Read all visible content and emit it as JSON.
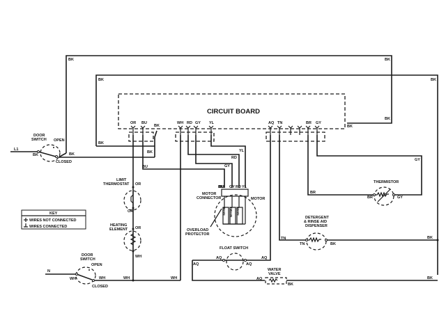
{
  "diagram": {
    "title": "CIRCUIT BOARD",
    "board_top_pins": [
      "OR",
      "BU",
      "BK",
      "WH",
      "RD",
      "GY",
      "YL",
      "AQ",
      "TN",
      "",
      "",
      "BR",
      "GY"
    ],
    "board_right_label": "BK",
    "outer_loop_labels": {
      "top_right": "BK",
      "top_left": "BK"
    },
    "inner_loop_labels": {
      "top_left": "BK",
      "top_right": "BK",
      "bottom_left": "BK",
      "bottom_right": "BK"
    },
    "line_labels": {
      "l1": "L1",
      "n": "N"
    },
    "door_switch_top": {
      "label_1": "DOOR",
      "label_2": "SWITCH",
      "open": "OPEN",
      "closed": "CLOSED",
      "left_wire": "BK",
      "right_wire": "BK"
    },
    "door_switch_bottom": {
      "label_1": "DOOR",
      "label_2": "SWITCH",
      "open": "OPEN",
      "closed": "CLOSED",
      "left_wire": "WH",
      "right_wire": "WH"
    },
    "wire_labels": {
      "bk_to_board": "BK",
      "bu_run": "BU",
      "yl_run": "YL",
      "rd_run": "RD",
      "gy_run": "GY",
      "bu_motor": "BU",
      "gy_thermistor": "GY",
      "br_thermistor": "BR",
      "tn_run": "TN",
      "bk_dispenser": "BK",
      "aq_float": "AQ",
      "aq_left": "AQ",
      "bk_valve": "BK",
      "wh_bottom_mid": "WH",
      "wh_bottom_right": "WH"
    },
    "limit_thermostat": {
      "label_1": "LIMIT",
      "label_2": "THERMOSTAT",
      "top": "OR",
      "bottom": "OR"
    },
    "heating_element": {
      "label_1": "HEATING",
      "label_2": "ELEMENT",
      "top": "OR",
      "bottom": "WH"
    },
    "motor": {
      "label": "MOTOR",
      "connector_label_1": "MOTOR",
      "connector_label_2": "CONNECTOR",
      "pins": [
        "BU",
        "GY",
        "RD",
        "YL"
      ],
      "windings": [
        "MAIN",
        "DRAIN",
        "MAIN"
      ],
      "overload_1": "OVERLOAD",
      "overload_2": "PROTECTOR"
    },
    "thermistor": {
      "label": "THERMISTOR",
      "left": "BR",
      "right": "GY"
    },
    "dispenser": {
      "label_1": "DETERGENT",
      "label_2": "& RINSE AID",
      "label_3": "DISPENSER",
      "left": "TN",
      "right": "BK"
    },
    "float_switch": {
      "label": "FLOAT SWITCH",
      "left": "AQ",
      "right": "AQ"
    },
    "water_valve": {
      "label_1": "WATER",
      "label_2": "VALVE",
      "left": "AQ",
      "right": "BK"
    },
    "key": {
      "title": "KEY",
      "items": [
        "WIRES NOT CONNECTED",
        "WIRES CONNECTED"
      ]
    }
  }
}
